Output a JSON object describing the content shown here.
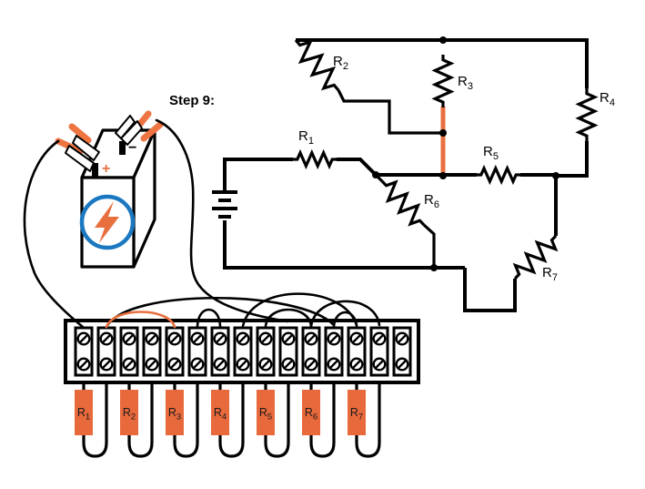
{
  "figure": {
    "step_label": "Step 9:"
  },
  "colors": {
    "wire": "#000000",
    "highlight_orange": "#E8703F",
    "resistor_body_orange": "#E8693C",
    "battery_logo_blue": "#1B78C0"
  },
  "schematic": {
    "resistor_labels": [
      {
        "base": "R",
        "sub": "1"
      },
      {
        "base": "R",
        "sub": "2"
      },
      {
        "base": "R",
        "sub": "3"
      },
      {
        "base": "R",
        "sub": "4"
      },
      {
        "base": "R",
        "sub": "5"
      },
      {
        "base": "R",
        "sub": "6"
      },
      {
        "base": "R",
        "sub": "7"
      }
    ],
    "highlighted_wire": "vertical jumper joining bottom of R3 (and R2 branch) to the R1/R5/R6 node"
  },
  "battery": {
    "positive_label": "+",
    "negative_label": "−"
  },
  "terminal_strip": {
    "terminal_count": 15,
    "screws_per_terminal": 2,
    "resistors": [
      {
        "base": "R",
        "sub": "1",
        "terminals": [
          1,
          2
        ]
      },
      {
        "base": "R",
        "sub": "2",
        "terminals": [
          3,
          4
        ]
      },
      {
        "base": "R",
        "sub": "3",
        "terminals": [
          5,
          6
        ]
      },
      {
        "base": "R",
        "sub": "4",
        "terminals": [
          7,
          8
        ]
      },
      {
        "base": "R",
        "sub": "5",
        "terminals": [
          9,
          10
        ]
      },
      {
        "base": "R",
        "sub": "6",
        "terminals": [
          11,
          12
        ]
      },
      {
        "base": "R",
        "sub": "7",
        "terminals": [
          13,
          14
        ]
      }
    ]
  },
  "connections": {
    "battery_positive_to_terminal": 1,
    "battery_negative_to_terminal": 10,
    "jumpers": [
      {
        "from": 2,
        "to": 5,
        "highlighted": true
      },
      {
        "from": 2,
        "to": 12,
        "highlighted": false
      },
      {
        "from": 6,
        "to": 7,
        "highlighted": false
      },
      {
        "from": 8,
        "to": 13,
        "highlighted": false
      },
      {
        "from": 9,
        "to": 11,
        "highlighted": false
      },
      {
        "from": 11,
        "to": 14,
        "highlighted": false
      },
      {
        "from": 12,
        "to": 13,
        "highlighted": false
      }
    ]
  }
}
